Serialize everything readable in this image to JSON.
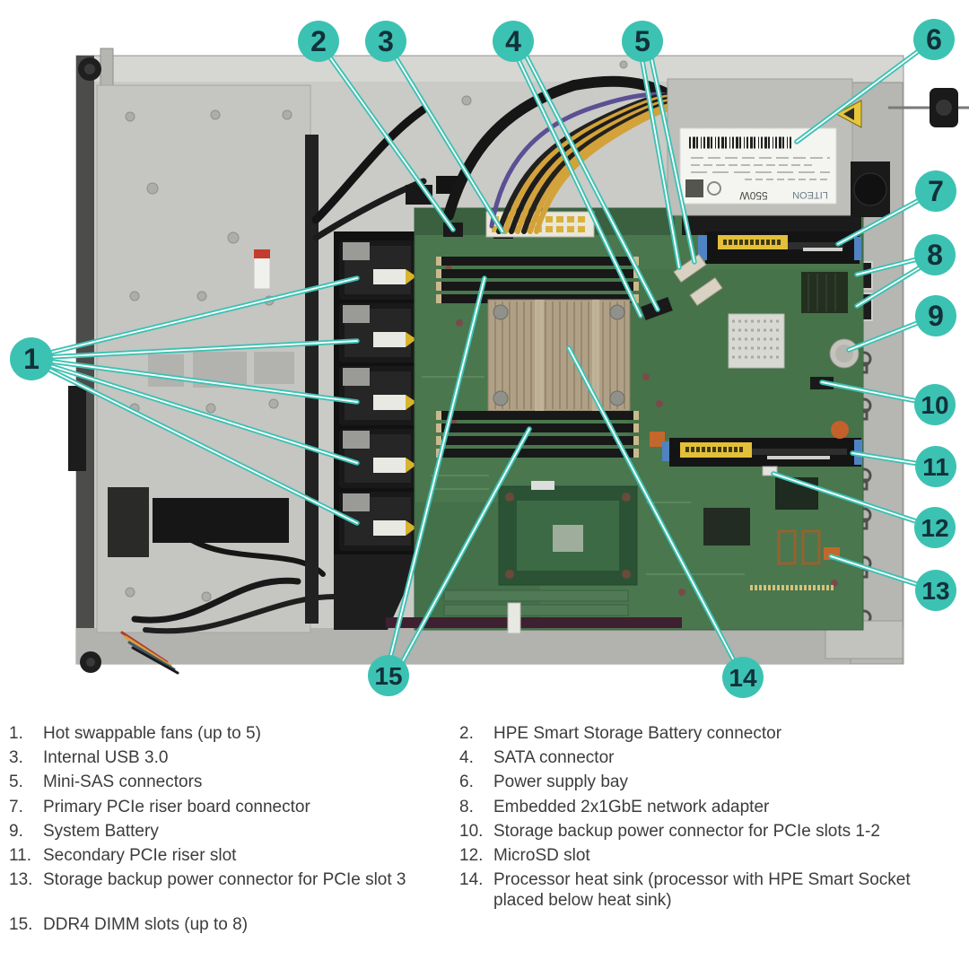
{
  "colors": {
    "accent_teal": "#3CC2B2",
    "badge_number": "#12313B",
    "legend_text": "#3C3C3C",
    "chassis_gray": "#CACAC7",
    "motherboard_green": "#4A774E",
    "heatsink_bronze": "#B0A186",
    "warning_yellow": "#E8C63A"
  },
  "callouts": [
    "1",
    "2",
    "3",
    "4",
    "5",
    "6",
    "7",
    "8",
    "9",
    "10",
    "11",
    "12",
    "13",
    "14",
    "15"
  ],
  "psu": {
    "wattage_label": "550W",
    "brand_label": "LITEON"
  },
  "legend": {
    "left": [
      {
        "num": "1.",
        "label": "Hot swappable fans (up to 5)"
      },
      {
        "num": "3.",
        "label": "Internal USB 3.0"
      },
      {
        "num": "5.",
        "label": "Mini-SAS connectors"
      },
      {
        "num": "7.",
        "label": "Primary PCIe riser board connector"
      },
      {
        "num": "9.",
        "label": "System Battery"
      },
      {
        "num": "11.",
        "label": "Secondary PCIe riser slot"
      },
      {
        "num": "13.",
        "label": "Storage backup power connector for PCIe slot 3"
      },
      {
        "num": "15.",
        "label": "DDR4 DIMM slots (up to 8)"
      }
    ],
    "right": [
      {
        "num": "2.",
        "label": "HPE Smart Storage Battery connector"
      },
      {
        "num": "4.",
        "label": "SATA connector"
      },
      {
        "num": "6.",
        "label": " Power supply bay"
      },
      {
        "num": "8.",
        "label": "Embedded 2x1GbE network adapter"
      },
      {
        "num": "10.",
        "label": "Storage backup power connector for PCIe slots 1-2"
      },
      {
        "num": "12.",
        "label": "MicroSD slot"
      },
      {
        "num": "14.",
        "label": "Processor heat sink (processor with HPE Smart Socket placed below heat sink)"
      }
    ]
  }
}
